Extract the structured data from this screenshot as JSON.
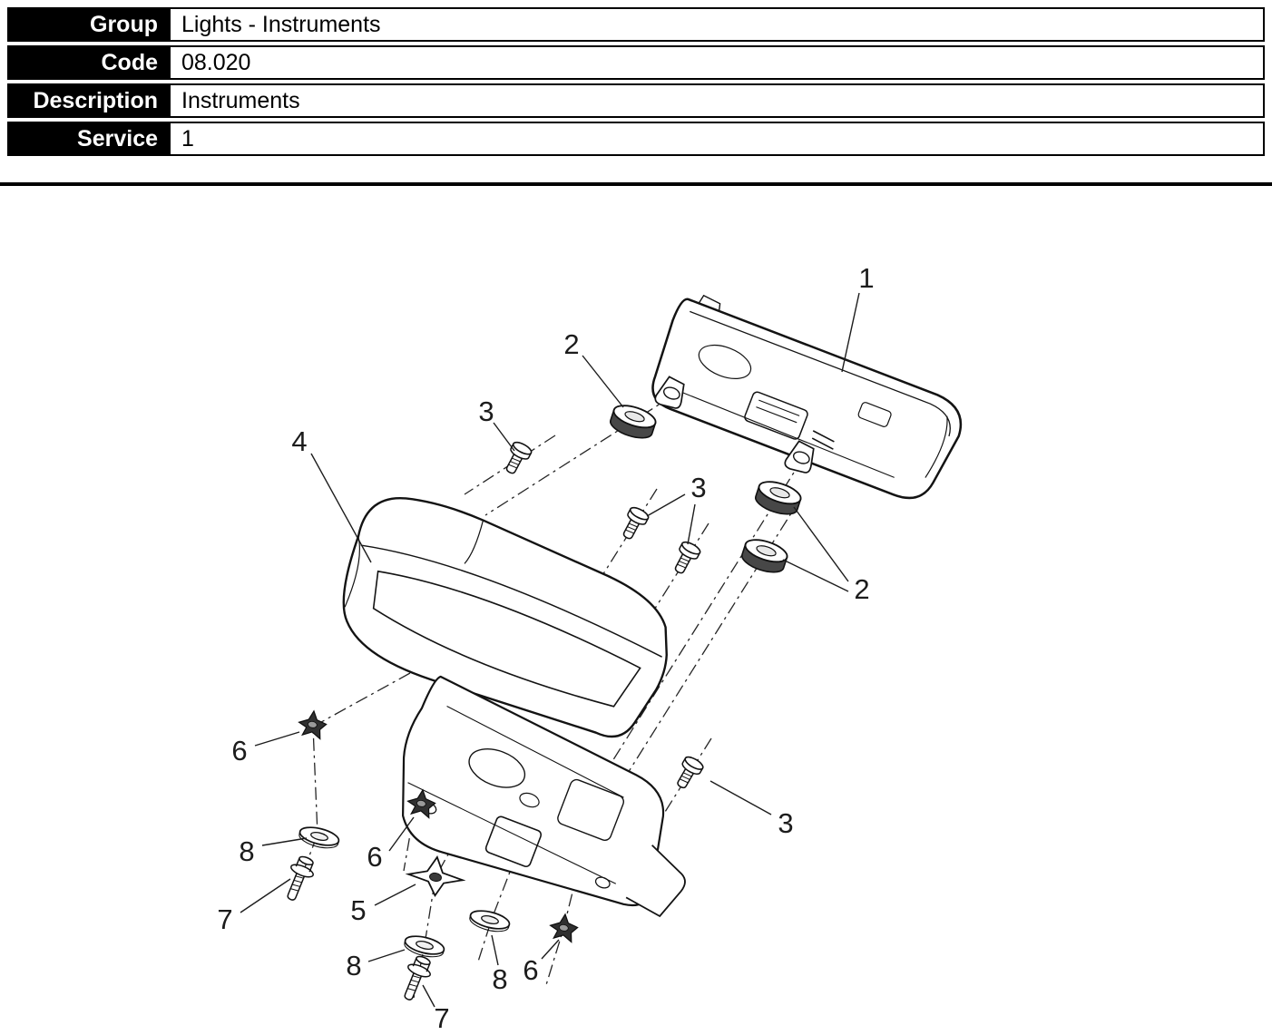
{
  "header": {
    "rows": [
      {
        "label": "Group",
        "value": "Lights - Instruments"
      },
      {
        "label": "Code",
        "value": "08.020"
      },
      {
        "label": "Description",
        "value": "Instruments"
      },
      {
        "label": "Service",
        "value": "1"
      }
    ]
  },
  "diagram": {
    "description": "Exploded parts diagram of the instrument cluster assembly",
    "callouts": [
      {
        "part": "1"
      },
      {
        "part": "2"
      },
      {
        "part": "3"
      },
      {
        "part": "4"
      },
      {
        "part": "3"
      },
      {
        "part": "2"
      },
      {
        "part": "3"
      },
      {
        "part": "6"
      },
      {
        "part": "8"
      },
      {
        "part": "7"
      },
      {
        "part": "6"
      },
      {
        "part": "5"
      },
      {
        "part": "8"
      },
      {
        "part": "7"
      },
      {
        "part": "8"
      },
      {
        "part": "6"
      }
    ]
  },
  "colors": {
    "table_label_bg": "#000000",
    "table_label_text": "#ffffff",
    "table_value_text": "#000000",
    "line_color": "#1a1a1a"
  }
}
